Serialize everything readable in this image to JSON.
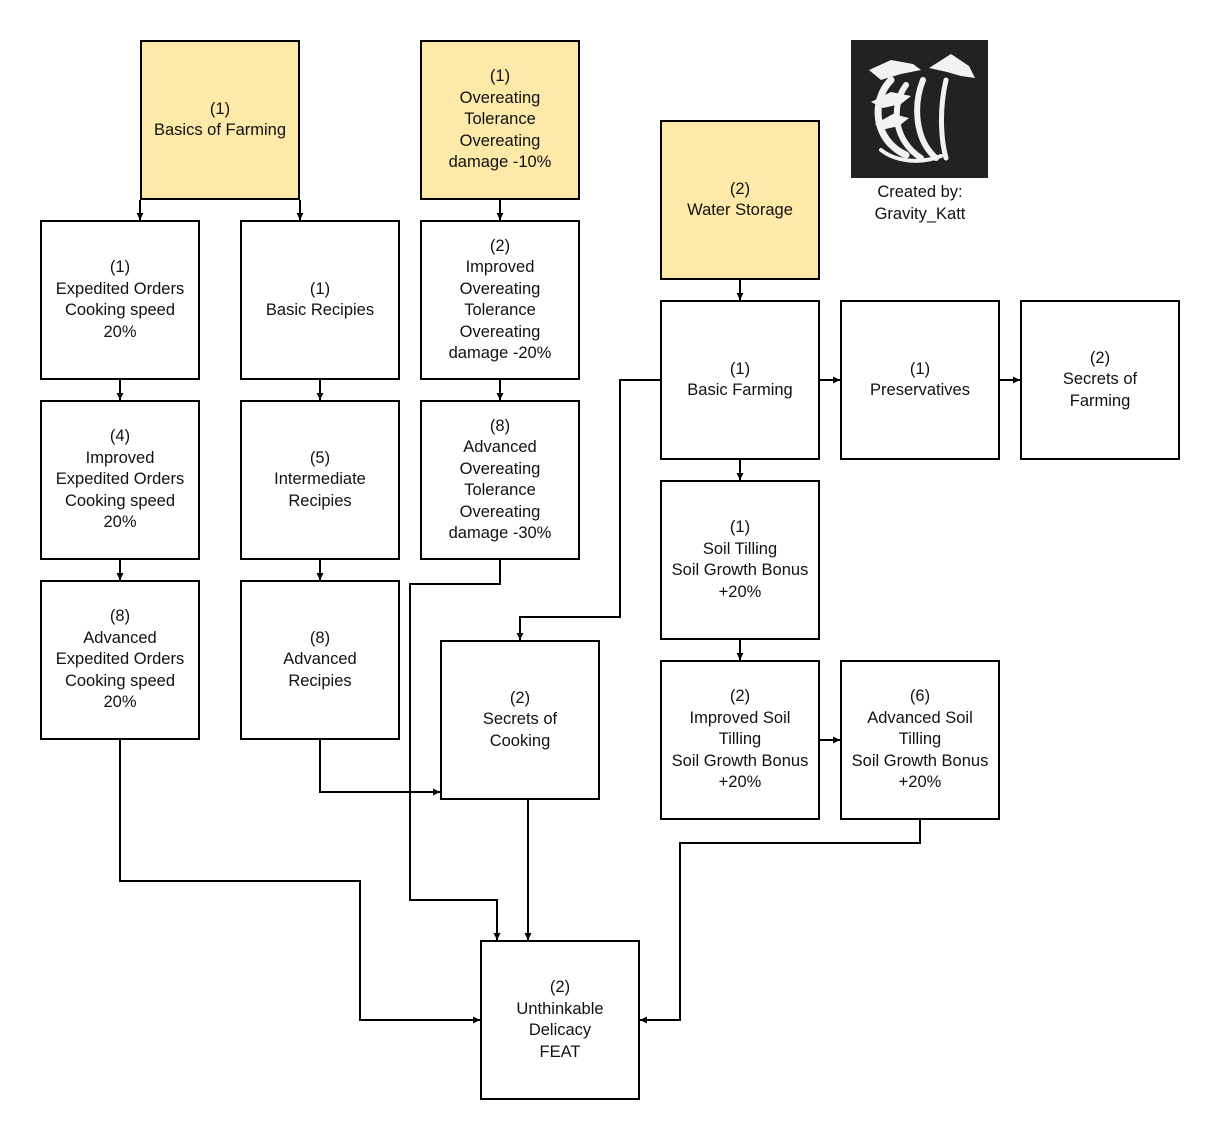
{
  "diagram": {
    "type": "skill-tree",
    "colors": {
      "root_fill": "#fde9a8",
      "node_fill": "#ffffff",
      "border": "#000000",
      "logo_bg": "#222224"
    },
    "credit": {
      "line1": "Created by:",
      "line2": "Gravity_Katt",
      "logo_icon": "three-headed-dragon-logo"
    },
    "nodes": {
      "basics_of_farming": {
        "cost": "(1)",
        "label": "Basics of Farming",
        "root": true
      },
      "expedited_orders": {
        "cost": "(1)",
        "label": "Expedited Orders\nCooking speed\n20%"
      },
      "improved_expedited_orders": {
        "cost": "(4)",
        "label": "Improved\nExpedited Orders\nCooking speed\n20%"
      },
      "advanced_expedited_orders": {
        "cost": "(8)",
        "label": "Advanced\nExpedited Orders\nCooking speed\n20%"
      },
      "basic_recipies": {
        "cost": "(1)",
        "label": "Basic Recipies"
      },
      "intermediate_recipies": {
        "cost": "(5)",
        "label": "Intermediate\nRecipies"
      },
      "advanced_recipies": {
        "cost": "(8)",
        "label": "Advanced\nRecipies"
      },
      "overeating_tolerance": {
        "cost": "(1)",
        "label": "Overeating\nTolerance\nOvereating\ndamage -10%",
        "root": true
      },
      "improved_overeating_tolerance": {
        "cost": "(2)",
        "label": "Improved\nOvereating\nTolerance\nOvereating\ndamage -20%"
      },
      "advanced_overeating_tolerance": {
        "cost": "(8)",
        "label": "Advanced\nOvereating\nTolerance\nOvereating\ndamage -30%"
      },
      "water_storage": {
        "cost": "(2)",
        "label": "Water Storage",
        "root": true
      },
      "basic_farming": {
        "cost": "(1)",
        "label": "Basic Farming"
      },
      "preservatives": {
        "cost": "(1)",
        "label": "Preservatives"
      },
      "secrets_of_farming": {
        "cost": "(2)",
        "label": "Secrets of\nFarming"
      },
      "soil_tilling": {
        "cost": "(1)",
        "label": "Soil Tilling\nSoil Growth Bonus\n+20%"
      },
      "improved_soil_tilling": {
        "cost": "(2)",
        "label": "Improved Soil\nTilling\nSoil Growth Bonus\n+20%"
      },
      "advanced_soil_tilling": {
        "cost": "(6)",
        "label": "Advanced Soil\nTilling\nSoil Growth Bonus\n+20%"
      },
      "secrets_of_cooking": {
        "cost": "(2)",
        "label": "Secrets of\nCooking"
      },
      "unthinkable_delicacy": {
        "cost": "(2)",
        "label": "Unthinkable\nDelicacy\nFEAT"
      }
    },
    "edges": [
      [
        "basics_of_farming",
        "expedited_orders"
      ],
      [
        "basics_of_farming",
        "basic_recipies"
      ],
      [
        "expedited_orders",
        "improved_expedited_orders"
      ],
      [
        "improved_expedited_orders",
        "advanced_expedited_orders"
      ],
      [
        "basic_recipies",
        "intermediate_recipies"
      ],
      [
        "intermediate_recipies",
        "advanced_recipies"
      ],
      [
        "overeating_tolerance",
        "improved_overeating_tolerance"
      ],
      [
        "improved_overeating_tolerance",
        "advanced_overeating_tolerance"
      ],
      [
        "water_storage",
        "basic_farming"
      ],
      [
        "basic_farming",
        "preservatives"
      ],
      [
        "preservatives",
        "secrets_of_farming"
      ],
      [
        "basic_farming",
        "soil_tilling"
      ],
      [
        "soil_tilling",
        "improved_soil_tilling"
      ],
      [
        "improved_soil_tilling",
        "advanced_soil_tilling"
      ],
      [
        "basic_farming",
        "secrets_of_cooking"
      ],
      [
        "advanced_recipies",
        "secrets_of_cooking"
      ],
      [
        "advanced_expedited_orders",
        "unthinkable_delicacy"
      ],
      [
        "advanced_overeating_tolerance",
        "unthinkable_delicacy"
      ],
      [
        "secrets_of_cooking",
        "unthinkable_delicacy"
      ],
      [
        "advanced_soil_tilling",
        "unthinkable_delicacy"
      ]
    ]
  }
}
